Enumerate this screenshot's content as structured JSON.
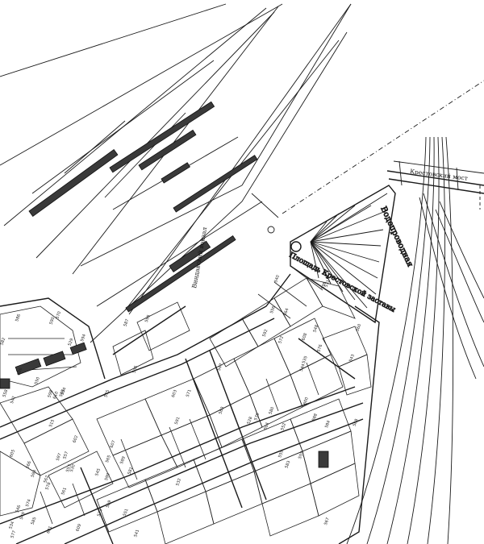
{
  "map": {
    "labels": {
      "station": "Виндавский вокзал",
      "bridge": "Крестовский мост",
      "square": "Площадь Крестовской заставы",
      "street": "Водопроводная"
    },
    "colors": {
      "ink": "#1a1a1a",
      "paper": "#ffffff",
      "building": "#3a3a3a"
    },
    "plot_numbers": [
      "515",
      "536",
      "535",
      "534",
      "533",
      "532",
      "531",
      "530",
      "529",
      "528",
      "540",
      "541",
      "542",
      "543",
      "544",
      "545",
      "546",
      "547",
      "548",
      "549",
      "550",
      "551",
      "552",
      "553",
      "554",
      "555",
      "556",
      "557",
      "558",
      "559",
      "560",
      "561",
      "562",
      "563",
      "564",
      "565",
      "566",
      "567",
      "568",
      "569",
      "570",
      "571",
      "572",
      "573",
      "574",
      "575",
      "576",
      "577",
      "578",
      "579",
      "580",
      "581",
      "582",
      "583",
      "584",
      "585",
      "586",
      "587",
      "588",
      "589",
      "590",
      "591",
      "592",
      "593",
      "594",
      "595",
      "596",
      "597",
      "598",
      "599",
      "600",
      "601",
      "602",
      "603",
      "604",
      "605",
      "606",
      "607",
      "608",
      "609",
      "610"
    ]
  }
}
